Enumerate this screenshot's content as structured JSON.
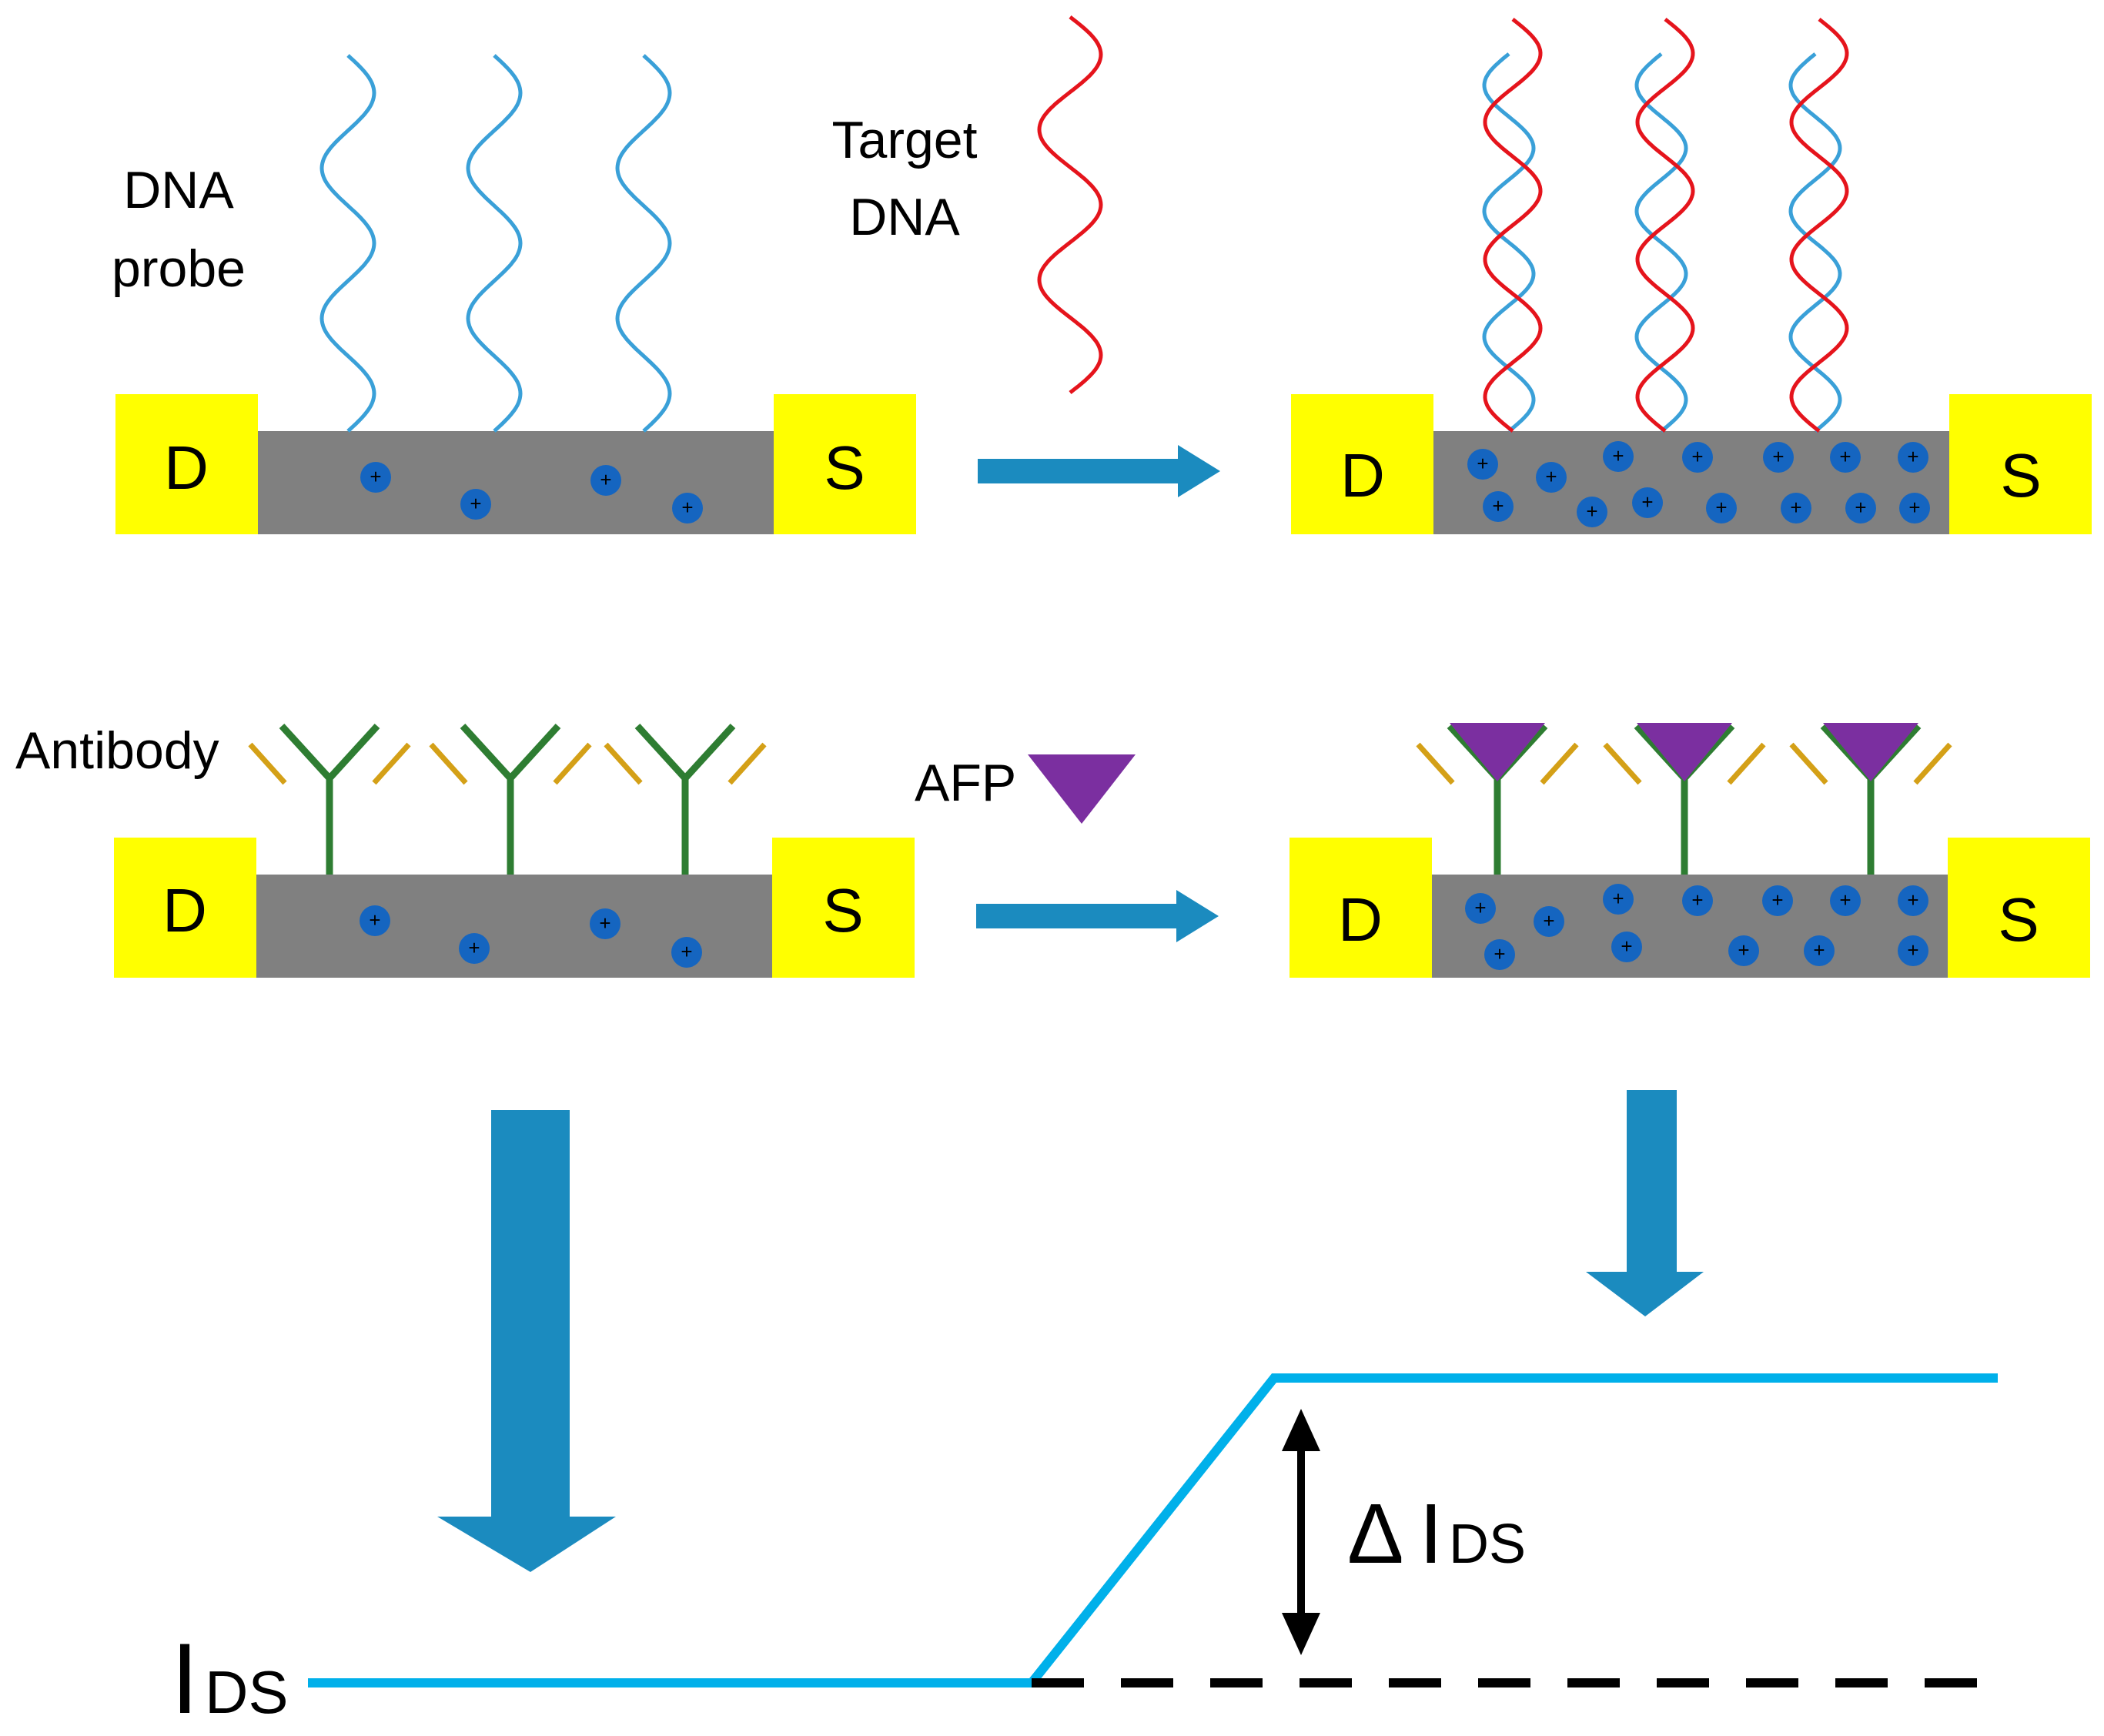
{
  "labels": {
    "dna_probe_line1": "DNA",
    "dna_probe_line2": "probe",
    "target_dna_line1": "Target",
    "target_dna_line2": "DNA",
    "antibody": "Antibody",
    "afp": "AFP",
    "drain": "D",
    "source": "S",
    "ion_charge": "+",
    "current_axis_main": "I",
    "current_axis_sub": "DS",
    "delta_symbol": "Δ",
    "delta_main": "I",
    "delta_sub": "DS"
  },
  "colors": {
    "electrode": "#ffff00",
    "channel": "#808080",
    "ion": "#1565c0",
    "dna_probe": "#3aa0d8",
    "dna_target": "#e5141c",
    "antibody_stem": "#2e7d32",
    "antibody_tip": "#d4a017",
    "afp": "#7b2fa0",
    "arrow": "#1b8bbf",
    "signal_line": "#00b0ea",
    "baseline_dashed": "#000000"
  },
  "icons": {
    "electrode_left": "drain-electrode",
    "electrode_right": "source-electrode",
    "ion": "positive-ion-icon",
    "afp": "afp-triangle-icon",
    "arrow": "process-arrow-icon"
  }
}
